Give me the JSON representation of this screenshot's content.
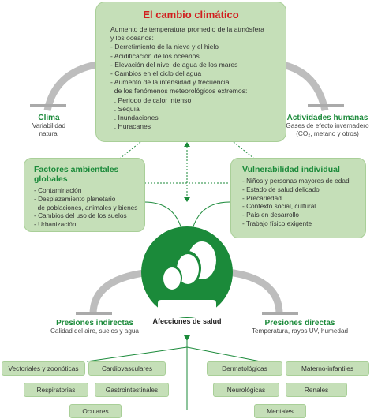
{
  "main": {
    "title": "El cambio climático",
    "lines": [
      "Aumento de temperatura promedio de la atmósfera",
      "y los océanos:",
      "- Derretimiento de la nieve y el hielo",
      "- Acidificación de los océanos",
      "- Elevación del nivel de agua de los mares",
      "- Cambios en el ciclo del agua",
      "- Aumento de la intensidad y frecuencia",
      "  de los fenómenos meteorológicos extremos:",
      "  . Periodo de calor intenso",
      "  . Sequía",
      "  . Inundaciones",
      "  . Huracanes"
    ]
  },
  "clima": {
    "title": "Clima",
    "sub1": "Variabilidad",
    "sub2": "natural"
  },
  "actividades": {
    "title": "Actividades humanas",
    "sub1": "Gases de efecto invernadero",
    "sub2": "(CO₂, metano y otros)"
  },
  "factores": {
    "title": "Factores ambientales globales",
    "items": [
      "- Contaminación",
      "- Desplazamiento planetario",
      "  de poblaciones, animales y bienes",
      "- Cambios del uso de los suelos",
      "- Urbanización"
    ]
  },
  "vulnerabilidad": {
    "title": "Vulnerabilidad individual",
    "items": [
      "- Niños y personas mayores de edad",
      "- Estado de salud delicado",
      "- Precariedad",
      "- Contexto social, cultural",
      "- País en desarrollo",
      "- Trabajo físico exigente"
    ]
  },
  "center": {
    "label": "Afecciones de salud"
  },
  "indirectas": {
    "title": "Presiones indirectas",
    "sub": "Calidad del aire, suelos y agua"
  },
  "directas": {
    "title": "Presiones directas",
    "sub": "Temperatura, rayos UV, humedad"
  },
  "chips": [
    "Vectoriales y zoonóticas",
    "Cardiovasculares",
    "Dermatológicas",
    "Materno-infantiles",
    "Respiratorias",
    "Gastrointestinales",
    "Neurológicas",
    "Renales",
    "Oculares",
    "Mentales"
  ],
  "colors": {
    "green": "#1b8a3a",
    "light_green": "#c5dfb8",
    "red": "#d11e1e",
    "gray": "#bdbdbd"
  }
}
